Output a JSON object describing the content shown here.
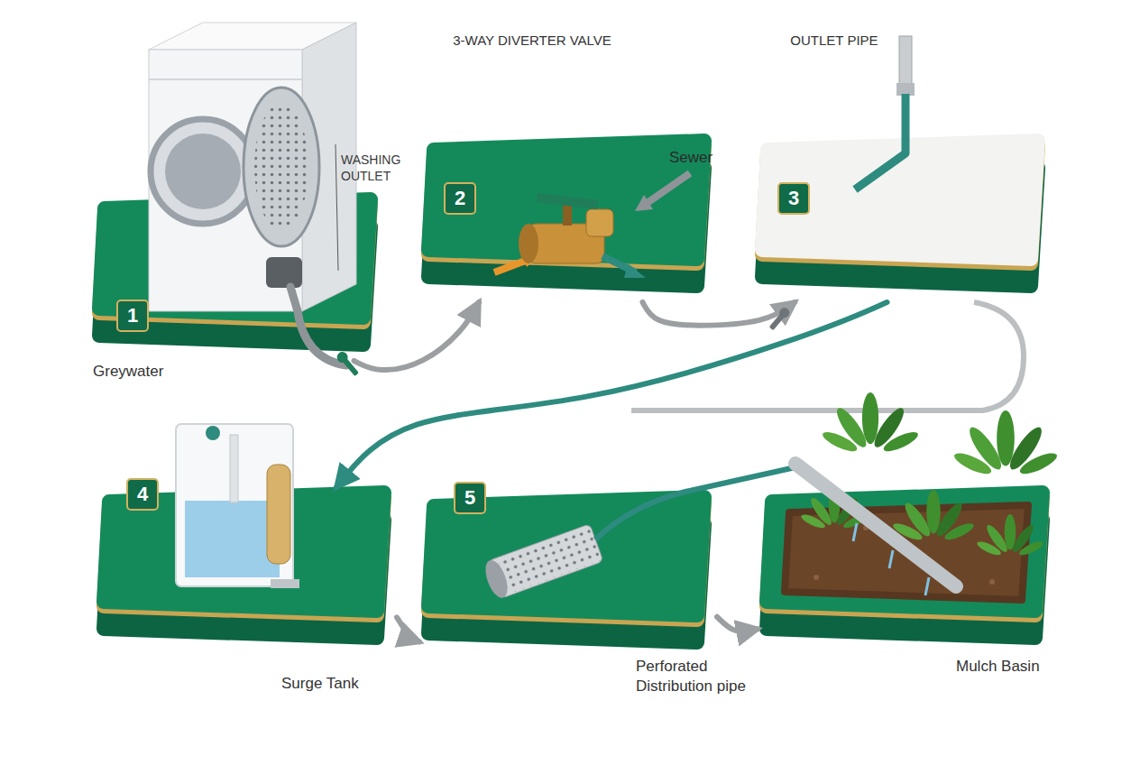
{
  "diagram": {
    "nodes": [
      {
        "text": [
          "1",
          "Greywater"
        ]
      },
      {
        "text": [
          "3-WAY DIVERTER VALVE",
          "2"
        ]
      },
      {
        "text": [
          "OUTLET PIPE",
          "3"
        ]
      },
      {
        "text": [
          "4",
          "Surge Tank"
        ]
      },
      {
        "text": [
          "5",
          "Perforated Distribution pipe"
        ]
      },
      {
        "text": [
          "Mulch Basin"
        ]
      }
    ],
    "edges": [
      {
        "from": 0,
        "to": 1,
        "arrow": "to"
      },
      {
        "from": 1,
        "to": 2,
        "arrow": "to"
      },
      {
        "from": 2,
        "to": 3,
        "arrow": "to"
      },
      {
        "from": 3,
        "to": 4,
        "arrow": "to"
      },
      {
        "from": 4,
        "to": 5,
        "arrow": "to"
      }
    ],
    "labels": [
      "WASHING OUTLET",
      "Sewer"
    ]
  }
}
